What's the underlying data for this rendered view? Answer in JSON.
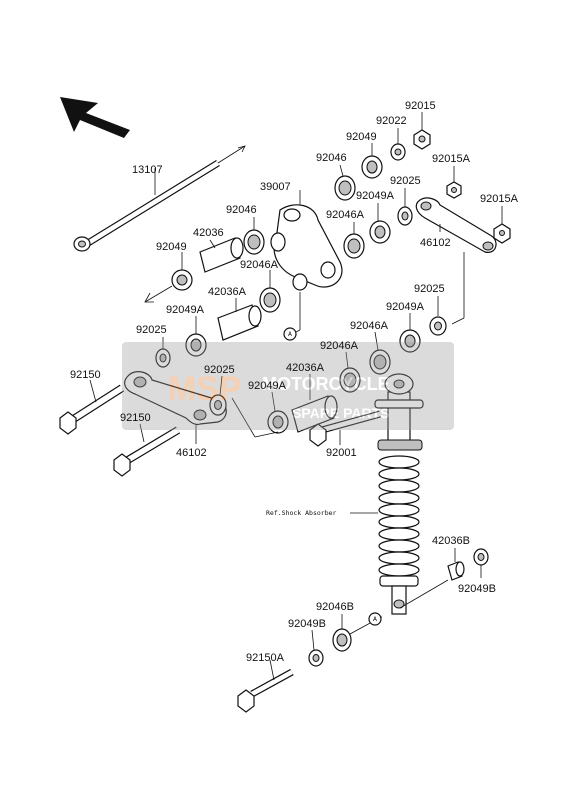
{
  "labels": {
    "p13107": "13107",
    "p92015": "92015",
    "p92022": "92022",
    "p92049_top": "92049",
    "p92015A_1": "92015A",
    "p92046_top": "92046",
    "p92025_top": "92025",
    "p92049A_top": "92049A",
    "p92015A_2": "92015A",
    "p39007": "39007",
    "p92046_mid": "92046",
    "p92046A_top": "92046A",
    "p42036": "42036",
    "p46102_right": "46102",
    "p92049_left": "92049",
    "p92046A_mid": "92046A",
    "p42036A_top": "42036A",
    "p92025_right": "92025",
    "p92049A_left": "92049A",
    "p92049A_right": "92049A",
    "p92046A_right": "92046A",
    "p92025_left": "92025",
    "p92046A_low": "92046A",
    "p42036A_low": "42036A",
    "p92150_top": "92150",
    "p92025_low": "92025",
    "p92049A_low": "92049A",
    "p92150_low": "92150",
    "p92001": "92001",
    "p46102_low": "46102",
    "p42036B": "42036B",
    "p92049B_right": "92049B",
    "p92046B": "92046B",
    "p92049B_left": "92049B",
    "p92150A": "92150A",
    "ref_shock": "Ref.Shock Absorber",
    "ref_a1": "A",
    "ref_a2": "A"
  },
  "watermark": {
    "brand": "MSP",
    "line1": "MOTORCYCLE",
    "line2": "SPARE PARTS",
    "color": "#e07a2a"
  },
  "icons": {
    "direction": "front-direction-arrow-icon"
  }
}
